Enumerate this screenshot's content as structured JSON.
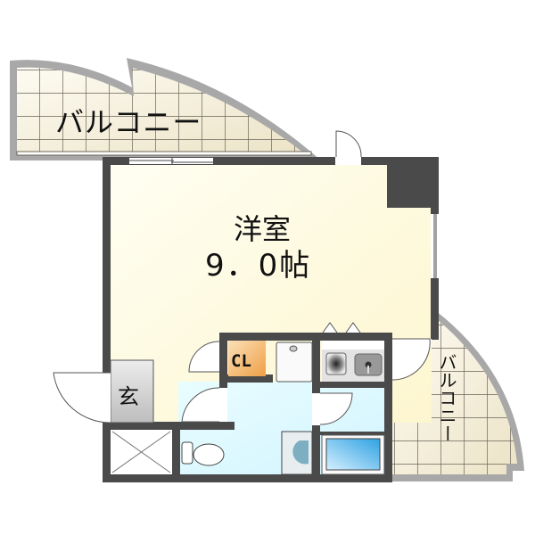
{
  "floor_plan": {
    "balcony_top": {
      "label": "バルコニー"
    },
    "balcony_right": {
      "label": "バルコニー"
    },
    "main_room": {
      "name": "洋室",
      "size": "9．0帖"
    },
    "closet": {
      "label": "CL"
    },
    "entrance": {
      "label": "玄"
    },
    "fixtures": [
      "refrigerator-space",
      "kitchen-stove",
      "kitchen-sink",
      "toilet",
      "washbasin",
      "bathtub",
      "shoe-storage"
    ]
  },
  "colors": {
    "wall": "#4a4a4a",
    "balcony_wall": "#a8a8a8",
    "balcony_floor": "#f3eedc",
    "room_floor": "#fdf9de",
    "wet_area": "#dffaff",
    "closet": "#f3b56e",
    "entrance": "#d4d4d4",
    "bathtub": "#4fb3e6"
  }
}
